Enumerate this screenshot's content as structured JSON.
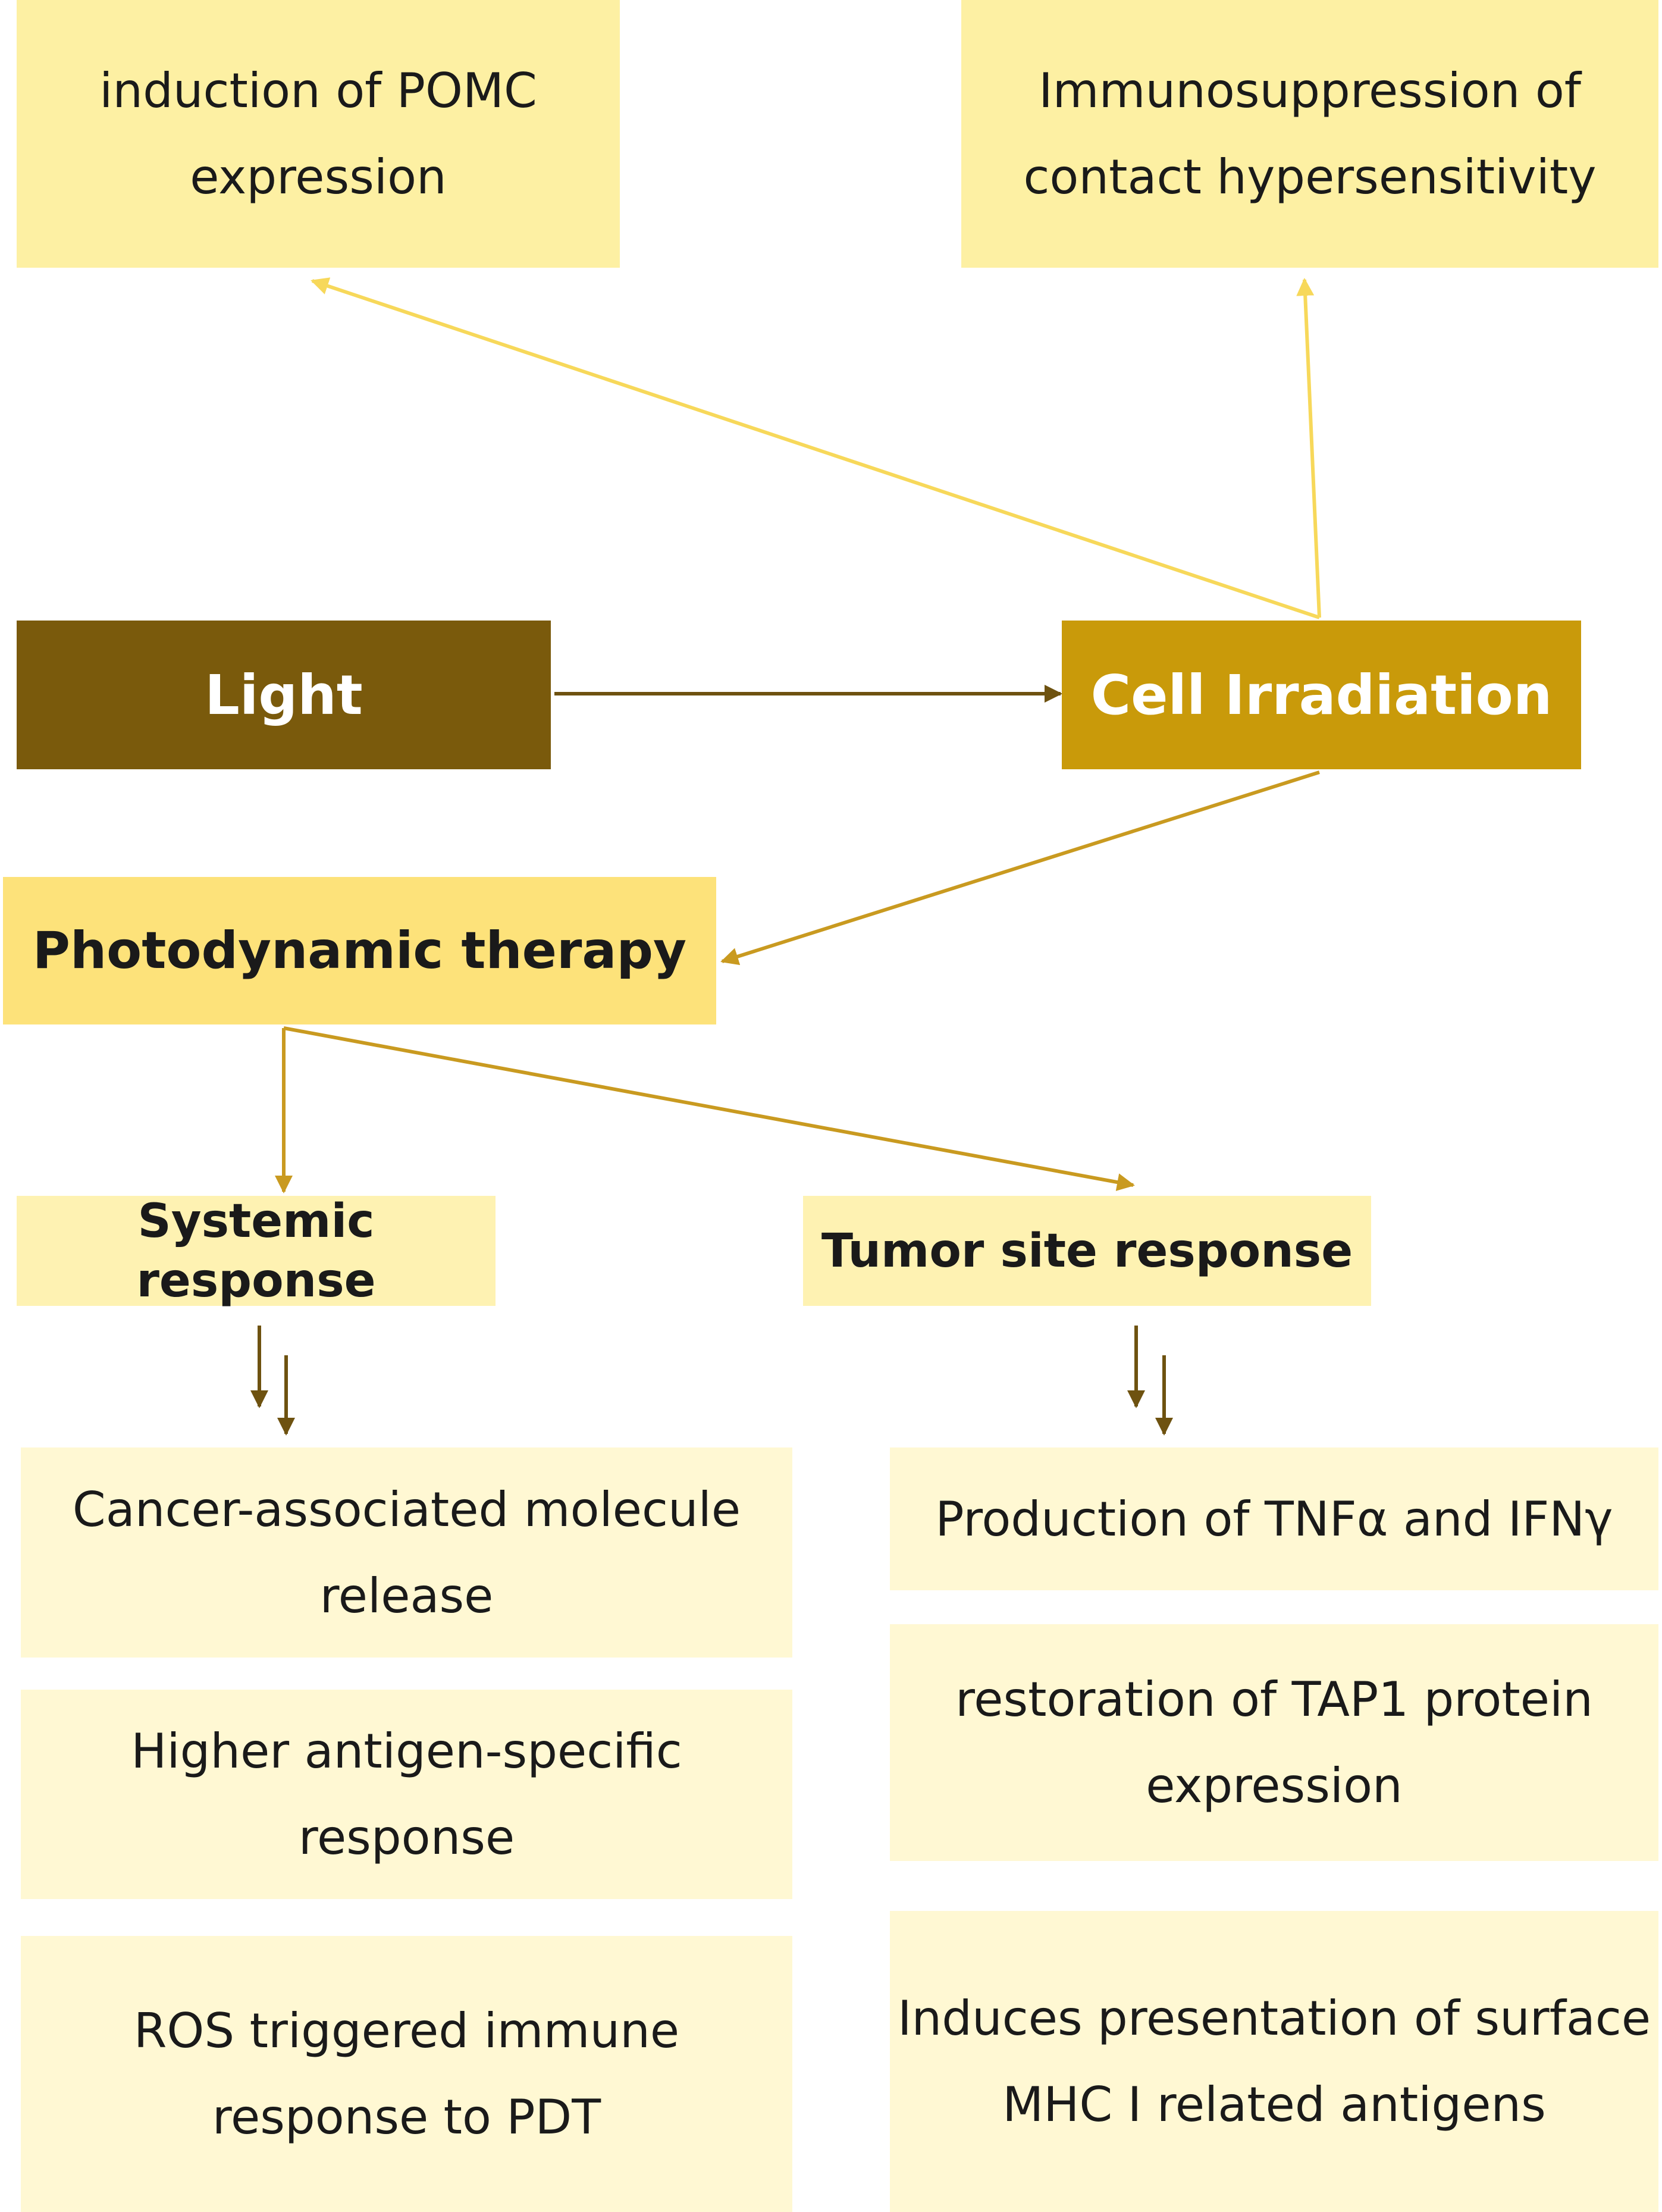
{
  "colors": {
    "light_box": "#7a5a0c",
    "irradiation_box": "#c99a0a",
    "pdt_box": "#fde27a",
    "top_box": "#fdf0a3",
    "response_box": "#fef2b2",
    "effect_box": "#fff8d3",
    "arrow_pale": "#f7d85a",
    "arrow_medium": "#c99a20",
    "arrow_dark": "#6e5210"
  },
  "nodes": {
    "pomc": "induction of POMC\nexpression",
    "immunosuppression": "Immunosuppression of\ncontact hypersensitivity",
    "light": "Light",
    "cell_irradiation": "Cell Irradiation",
    "pdt": "Photodynamic therapy",
    "systemic": "Systemic response",
    "tumor_site": "Tumor site response"
  },
  "systemic_effects": [
    "Cancer-associated molecule\nrelease",
    "Higher antigen-specific\nresponse",
    "ROS triggered immune\nresponse to PDT"
  ],
  "tumor_effects": [
    "Production of TNFα and IFNγ",
    "restoration of TAP1 protein\nexpression",
    "Induces presentation of surface\nMHC I related antigens"
  ]
}
